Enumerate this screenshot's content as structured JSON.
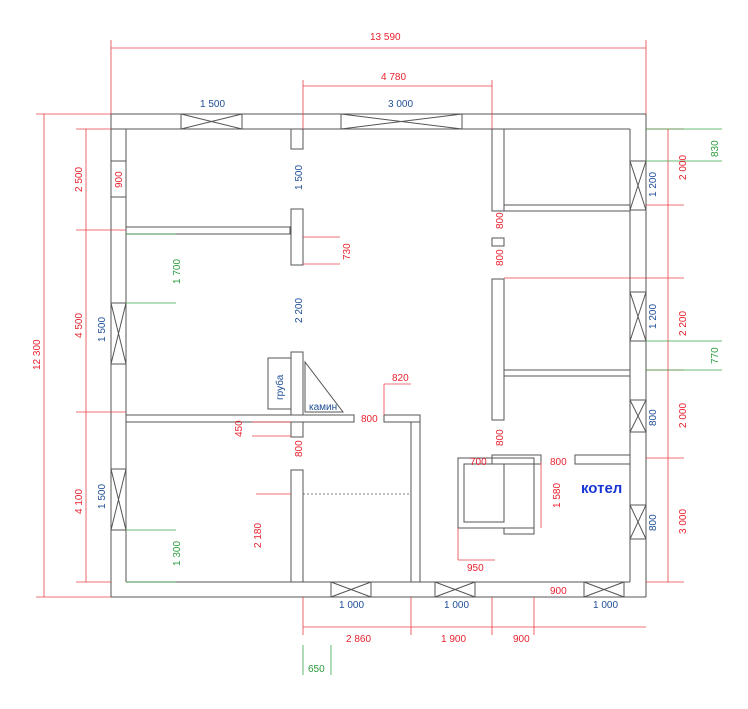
{
  "dimensions": {
    "overall_width": "13 590",
    "overall_height": "12 300",
    "top_span": "4 780",
    "bottom_a": "2 860",
    "bottom_b": "1 900",
    "bottom_c": "900",
    "bottom_green": "650",
    "left_top": "2 500",
    "left_mid": "4 500",
    "left_bottom": "4 100",
    "right_1": "2 000",
    "right_2": "2 200",
    "right_3": "2 000",
    "right_4": "3 000",
    "green_right_top": "830",
    "green_right_mid": "770",
    "green_left_1": "1 700",
    "green_left_2": "1 300",
    "d900_left": "900",
    "d1500_mid": "1 500",
    "d730": "730",
    "d2200": "2 200",
    "d820": "820",
    "d800_fire": "800",
    "d450": "450",
    "d800_low": "800",
    "d2180": "2 180",
    "d800_r1": "800",
    "d800_r2": "800",
    "d800_r3": "800",
    "d700": "700",
    "d800_rb": "800",
    "d1580": "1 580",
    "d950": "950",
    "d900_right": "900"
  },
  "windows": {
    "top_1": "1 500",
    "top_2": "3 000",
    "left_1": "1 500",
    "left_2": "1 500",
    "right_1": "1 200",
    "right_2": "1 200",
    "right_3": "800",
    "right_4": "800",
    "bottom_1": "1 000",
    "bottom_2": "1 000",
    "bottom_3": "1 000"
  },
  "labels": {
    "chimney": "груба",
    "fireplace": "камин",
    "boiler": "котел"
  },
  "colors": {
    "dimension_red": "#e8212e",
    "window_blue": "#1f4e96",
    "green": "#2c9a3c",
    "boiler_blue": "#1a35d6"
  }
}
